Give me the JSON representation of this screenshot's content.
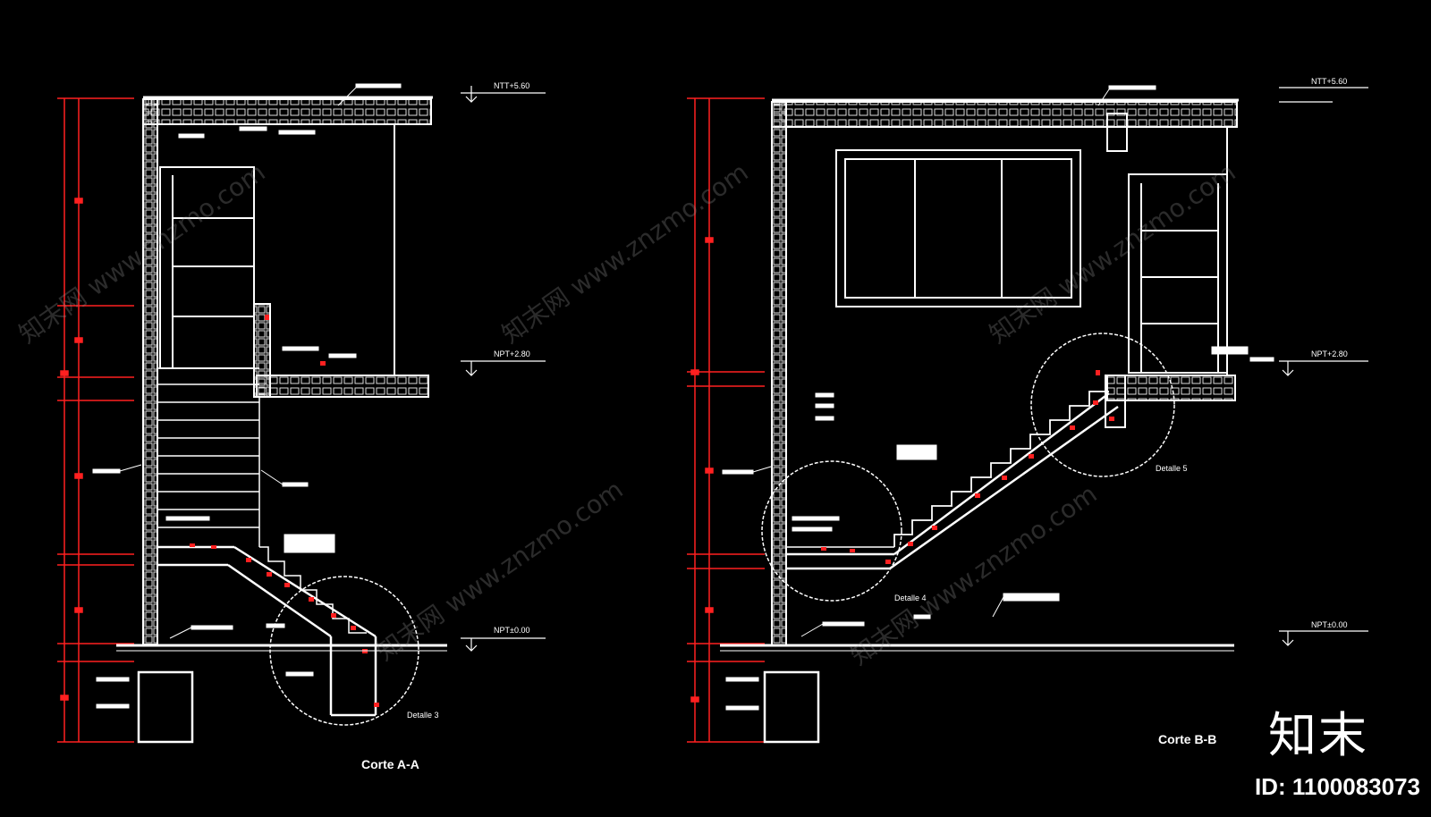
{
  "section_a": {
    "title": "Corte A-A",
    "level_top": "NTT+5.60",
    "level_mid": "NPT+2.80",
    "level_floor": "NPT±0.00",
    "detail": "Detalle 3"
  },
  "section_b": {
    "title": "Corte B-B",
    "level_top": "NTT+5.60",
    "level_mid": "NPT+2.80",
    "level_floor": "NPT±0.00",
    "detail_upper": "Detalle 5",
    "detail_lower": "Detalle 4"
  },
  "watermark": {
    "text": "知末网 www.znzmo.com",
    "logo_text": "知末",
    "id_text": "ID: 1100083073"
  },
  "colors": {
    "background": "#000000",
    "linework": "#ffffff",
    "dimension": "#ff2020"
  }
}
